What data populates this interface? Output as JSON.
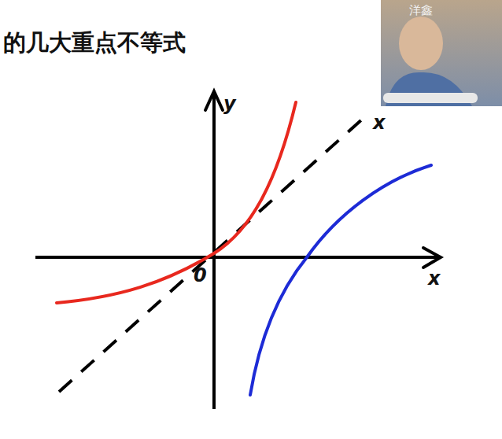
{
  "diagram": {
    "title": "的几大重点不等式",
    "labels": [
      "y",
      "x",
      "x",
      "0",
      "洋鑫"
    ]
  }
}
